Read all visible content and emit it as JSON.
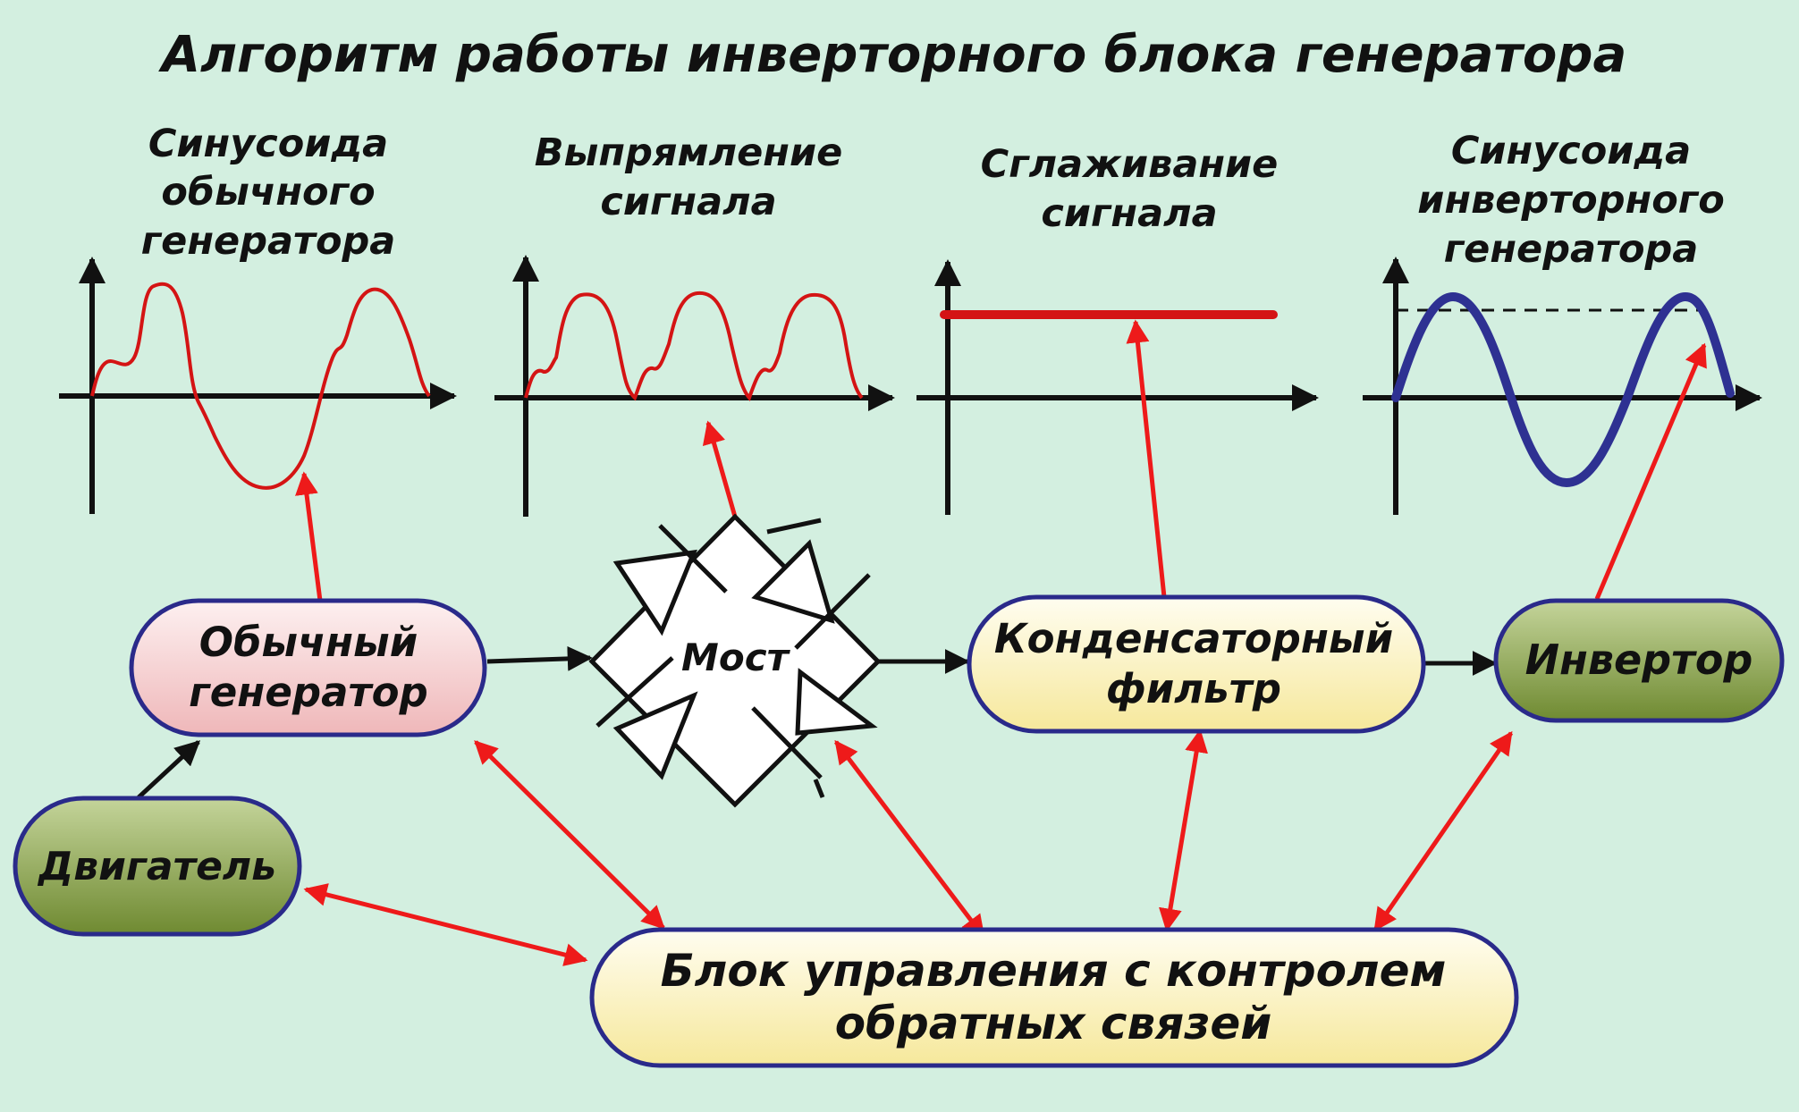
{
  "title": "Алгоритм работы инверторного блока генератора",
  "stages": [
    {
      "lines": [
        "Синусоида",
        "обычного",
        "генератора"
      ]
    },
    {
      "lines": [
        "Выпрямление",
        "сигнала"
      ]
    },
    {
      "lines": [
        "Сглаживание",
        "сигнала"
      ]
    },
    {
      "lines": [
        "Синусоида",
        "инверторного",
        "генератора"
      ]
    }
  ],
  "nodes": {
    "generator": {
      "lines": [
        "Обычный",
        "генератор"
      ]
    },
    "bridge": {
      "label": "Мост"
    },
    "filter": {
      "lines": [
        "Конденсаторный",
        "фильтр"
      ]
    },
    "inverter": {
      "label": "Инвертор"
    },
    "engine": {
      "label": "Двигатель"
    },
    "control": {
      "lines": [
        "Блок управления с контролем",
        "обратных связей"
      ]
    }
  },
  "colors": {
    "background": "#d3efe0",
    "signal_red": "#d41414",
    "arrow_red": "#ee1a1a",
    "sine_blue": "#2e3192",
    "node_border": "#2a2a8a",
    "generator_fill": "#f6cfd0",
    "filter_fill": "#faf3c2",
    "inverter_fill": "#7d9a3e"
  }
}
